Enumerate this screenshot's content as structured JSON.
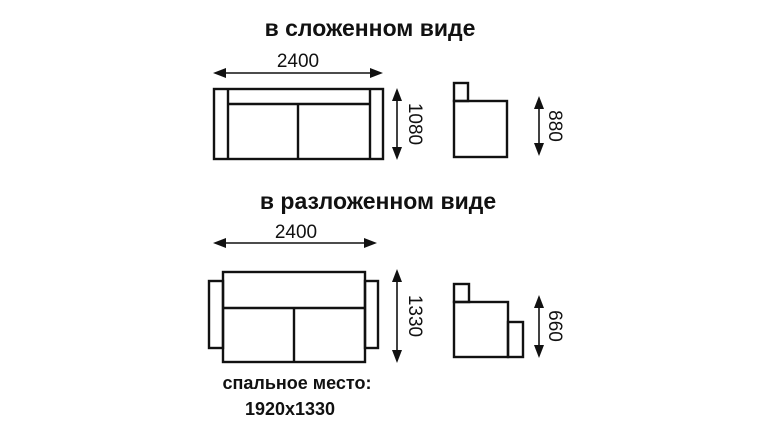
{
  "folded": {
    "title": "в сложенном виде",
    "width": "2400",
    "depth": "1080",
    "height": "880"
  },
  "unfolded": {
    "title": "в разложенном виде",
    "width": "2400",
    "depth": "1330",
    "height": "660"
  },
  "sleeping_area": {
    "label": "спальное место:",
    "size": "1920x1330"
  }
}
